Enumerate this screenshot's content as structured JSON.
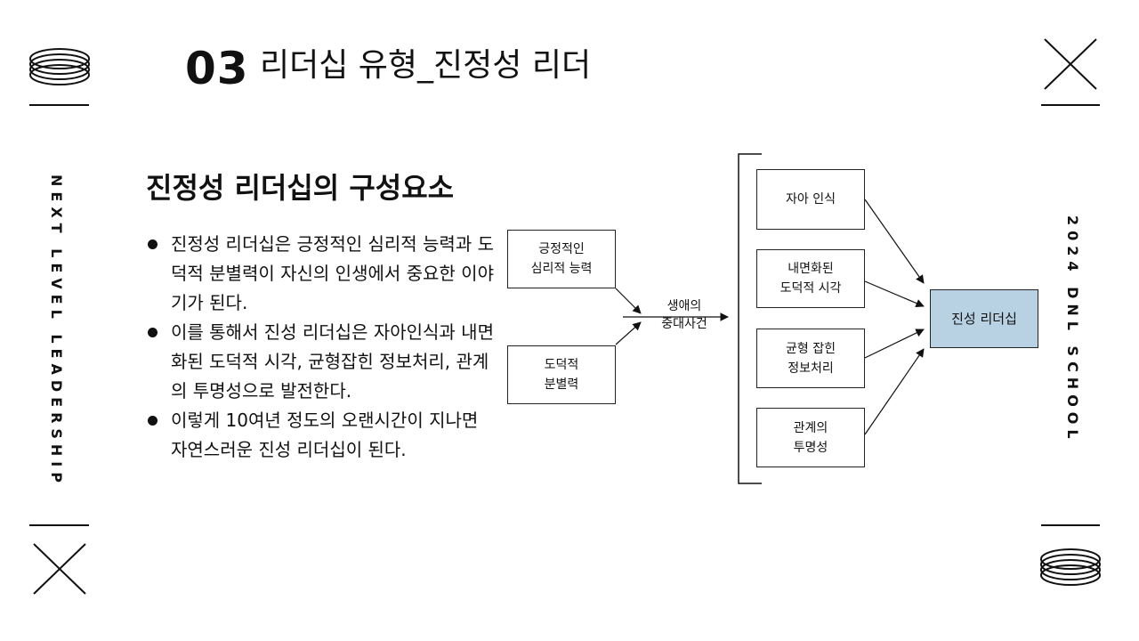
{
  "header": {
    "number": "03",
    "title": "리더십 유형_진정성 리더"
  },
  "side": {
    "left": "NEXT LEVEL LEADERSHIP",
    "right": "2024 DNL SCHOOL"
  },
  "content": {
    "subtitle": "진정성 리더십의 구성요소",
    "bullets": [
      "진정성 리더십은 긍정적인 심리적 능력과 도덕적 분별력이 자신의 인생에서 중요한 이야기가 된다.",
      "이를 통해서 진성 리더십은 자아인식과 내면화된 도덕적 시각, 균형잡힌 정보처리, 관계의 투명성으로 발전한다.",
      "이렇게 10여년 정도의 오랜시간이 지나면 자연스러운 진성 리더십이 된다."
    ]
  },
  "diagram": {
    "inputs": [
      "긍정적인\n심리적 능력",
      "도덕적\n분별력"
    ],
    "event": "생애의\n중대사건",
    "components": [
      "자아 인식",
      "내면화된\n도덕적 시각",
      "균형 잡힌\n정보처리",
      "관계의\n투명성"
    ],
    "result": "진성 리더십",
    "result_color": "#b8d1e3"
  }
}
